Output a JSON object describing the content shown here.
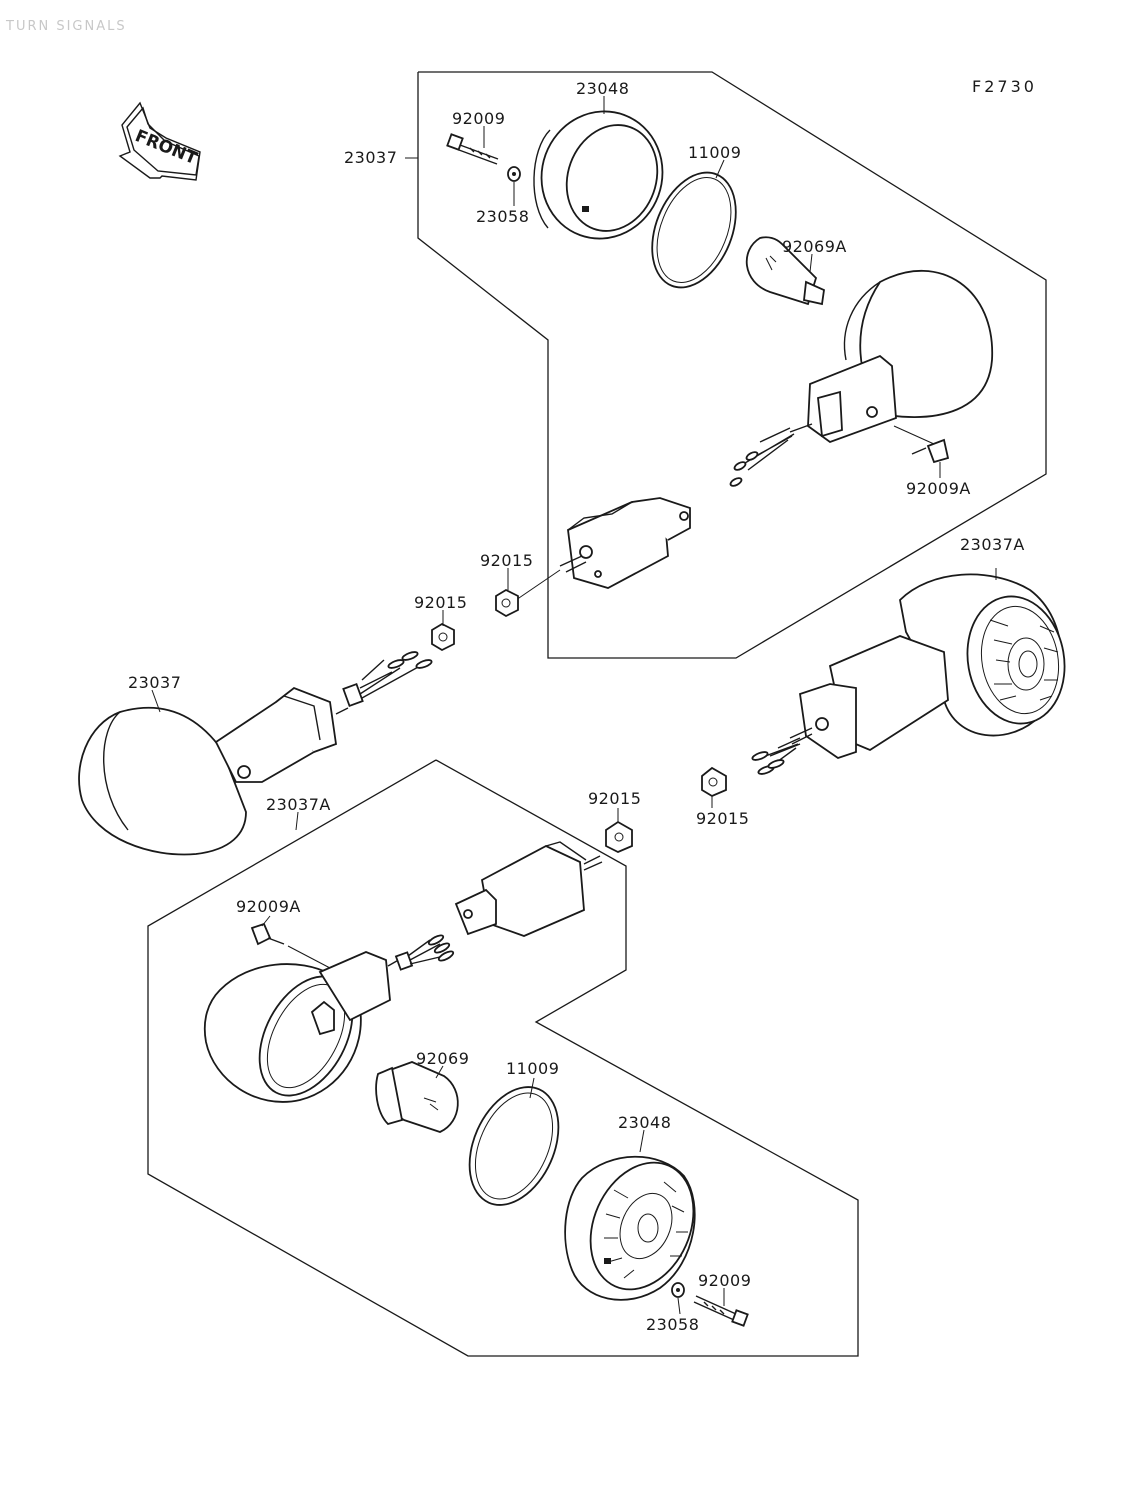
{
  "header": {
    "faint_title": "TURN SIGNALS",
    "figure_code": "F2730",
    "front_arrow": "FRONT"
  },
  "parts": {
    "p23037_top": "23037",
    "p23048_top": "23048",
    "p92009_top": "92009",
    "p23058_top": "23058",
    "p11009_top": "11009",
    "p92069A": "92069A",
    "p92009A_top": "92009A",
    "p92015_upper": "92015",
    "p92015_mid": "92015",
    "p23037A_right": "23037A",
    "p23037_left": "23037",
    "p23037A_bottom": "23037A",
    "p92015_lower": "92015",
    "p92015_right": "92015",
    "p92009A_bottom": "92009A",
    "p92069": "92069",
    "p11009_bottom": "11009",
    "p23048_bottom": "23048",
    "p92009_bottom": "92009",
    "p23058_bottom": "23058"
  }
}
